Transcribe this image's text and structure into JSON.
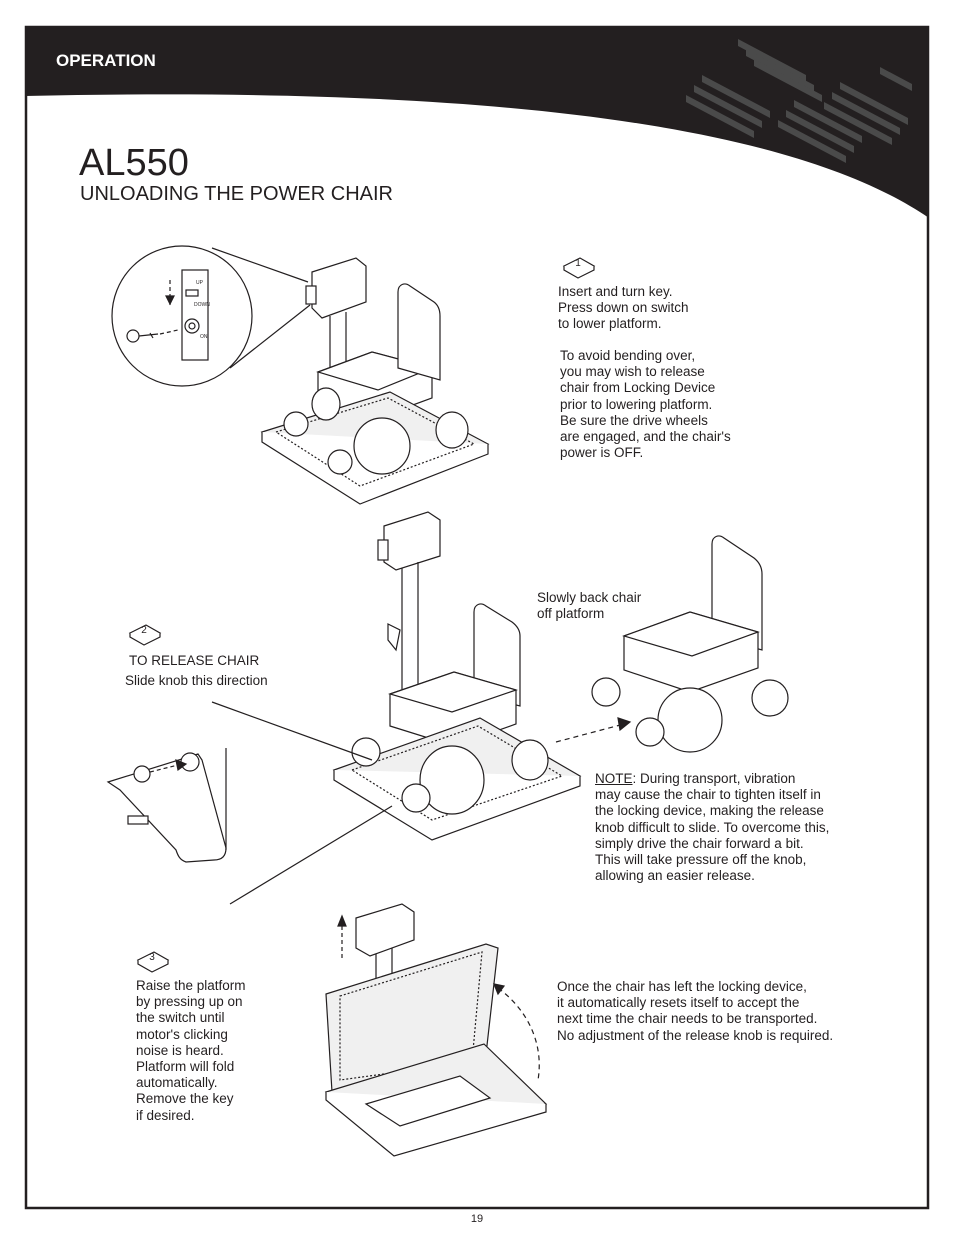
{
  "header": {
    "section": "OPERATION",
    "model": "AL550",
    "subtitle": "UNLOADING THE POWER CHAIR"
  },
  "steps": [
    {
      "number": "1",
      "text": "Insert and turn key.\nPress down on switch\nto lower platform.",
      "note": "To avoid bending over,\nyou may wish to release\nchair from Locking Device\nprior to lowering platform.\nBe sure the drive wheels\nare engaged, and the chair's\npower is OFF."
    },
    {
      "number": "2",
      "heading": "TO RELEASE CHAIR",
      "text": "Slide knob this direction"
    },
    {
      "number": "3",
      "text": "Raise the platform\nby pressing up on\nthe switch until\nmotor's clicking\nnoise is heard.\nPlatform will fold\nautomatically.\nRemove the key\nif desired."
    }
  ],
  "back_off_text": "Slowly back chair\noff platform",
  "transport_note": {
    "label": "NOTE",
    "text": ": During transport, vibration\nmay cause the chair to tighten itself in\nthe locking device, making the release\nknob difficult to slide.  To overcome this,\nsimply drive the chair forward a bit.\nThis will take pressure off the knob,\nallowing an easier release."
  },
  "reset_text": "Once the chair has left the locking device,\nit automatically resets itself to accept the\nnext time the chair needs to be transported.\nNo adjustment of the release knob is required.",
  "switch_labels": {
    "up": "UP",
    "down": "DOWN",
    "on": "ON"
  },
  "page_number": "19"
}
